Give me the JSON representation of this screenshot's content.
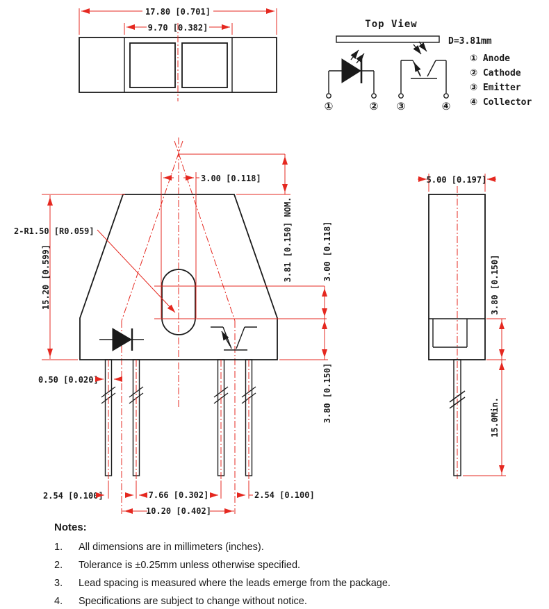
{
  "colors": {
    "line": "#1a1a1a",
    "dimension_red": "#e52820"
  },
  "top_view": {
    "dim_overall_width": "17.80 [0.701]",
    "dim_window_span": "9.70 [0.382]"
  },
  "schematic": {
    "title": "Top View",
    "distance_label": "D=3.81mm",
    "pins": [
      "①",
      "②",
      "③",
      "④"
    ],
    "legend": [
      "① Anode",
      "② Cathode",
      "③ Emitter",
      "④ Collector"
    ]
  },
  "front_view": {
    "dim_aperture_width": "3.00 [0.118]",
    "dim_slot_radius": "2-R1.50 [R0.059]",
    "dim_body_height": "15.20 [0.599]",
    "dim_focal_height": "3.81 [0.150] NOM.",
    "dim_slot_centers": "3.00 [0.118]",
    "dim_slot_bottom": "3.80 [0.150]",
    "dim_lead_thickness": "0.50 [0.020]",
    "dim_lead_pitch_left": "2.54 [0.100]",
    "dim_inner_lead_span": "7.66 [0.302]",
    "dim_axis_span": "10.20 [0.402]",
    "dim_lead_pitch_right": "2.54 [0.100]"
  },
  "side_view": {
    "dim_depth": "5.00 [0.197]",
    "dim_step_height": "3.80 [0.150]",
    "dim_lead_length": "15.0Min."
  },
  "notes": {
    "title": "Notes:",
    "items": [
      {
        "num": "1.",
        "text": "All dimensions are in millimeters (inches)."
      },
      {
        "num": "2.",
        "text": "Tolerance is ±0.25mm unless otherwise specified."
      },
      {
        "num": "3.",
        "text": "Lead spacing is measured where the leads emerge from the package."
      },
      {
        "num": "4.",
        "text": "Specifications are subject to change without notice."
      }
    ]
  }
}
